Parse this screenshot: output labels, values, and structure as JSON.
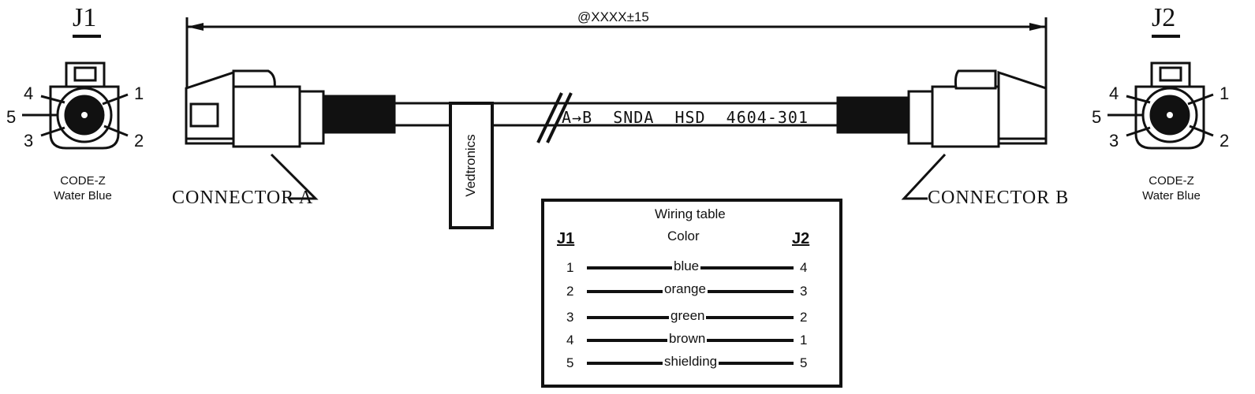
{
  "dimension": "@XXXX±15",
  "cable_marking": "A→B  SNDA  HSD  4604-301",
  "brand_label": "Vedtronics",
  "left_connector": {
    "title": "J1",
    "pins": [
      "1",
      "2",
      "3",
      "4",
      "5"
    ],
    "code": "CODE-Z",
    "color": "Water Blue",
    "label": "CONNECTOR  A"
  },
  "right_connector": {
    "title": "J2",
    "pins": [
      "1",
      "2",
      "3",
      "4",
      "5"
    ],
    "code": "CODE-Z",
    "color": "Water Blue",
    "label": "CONNECTOR  B"
  },
  "wiring_table": {
    "title": "Wiring table",
    "color_header": "Color",
    "j1_header": "J1",
    "j2_header": "J2",
    "rows": [
      {
        "j1": "1",
        "color": "blue",
        "j2": "4"
      },
      {
        "j1": "2",
        "color": "orange",
        "j2": "3"
      },
      {
        "j1": "3",
        "color": "green",
        "j2": "2"
      },
      {
        "j1": "4",
        "color": "brown",
        "j2": "1"
      },
      {
        "j1": "5",
        "color": "shielding",
        "j2": "5"
      }
    ]
  }
}
